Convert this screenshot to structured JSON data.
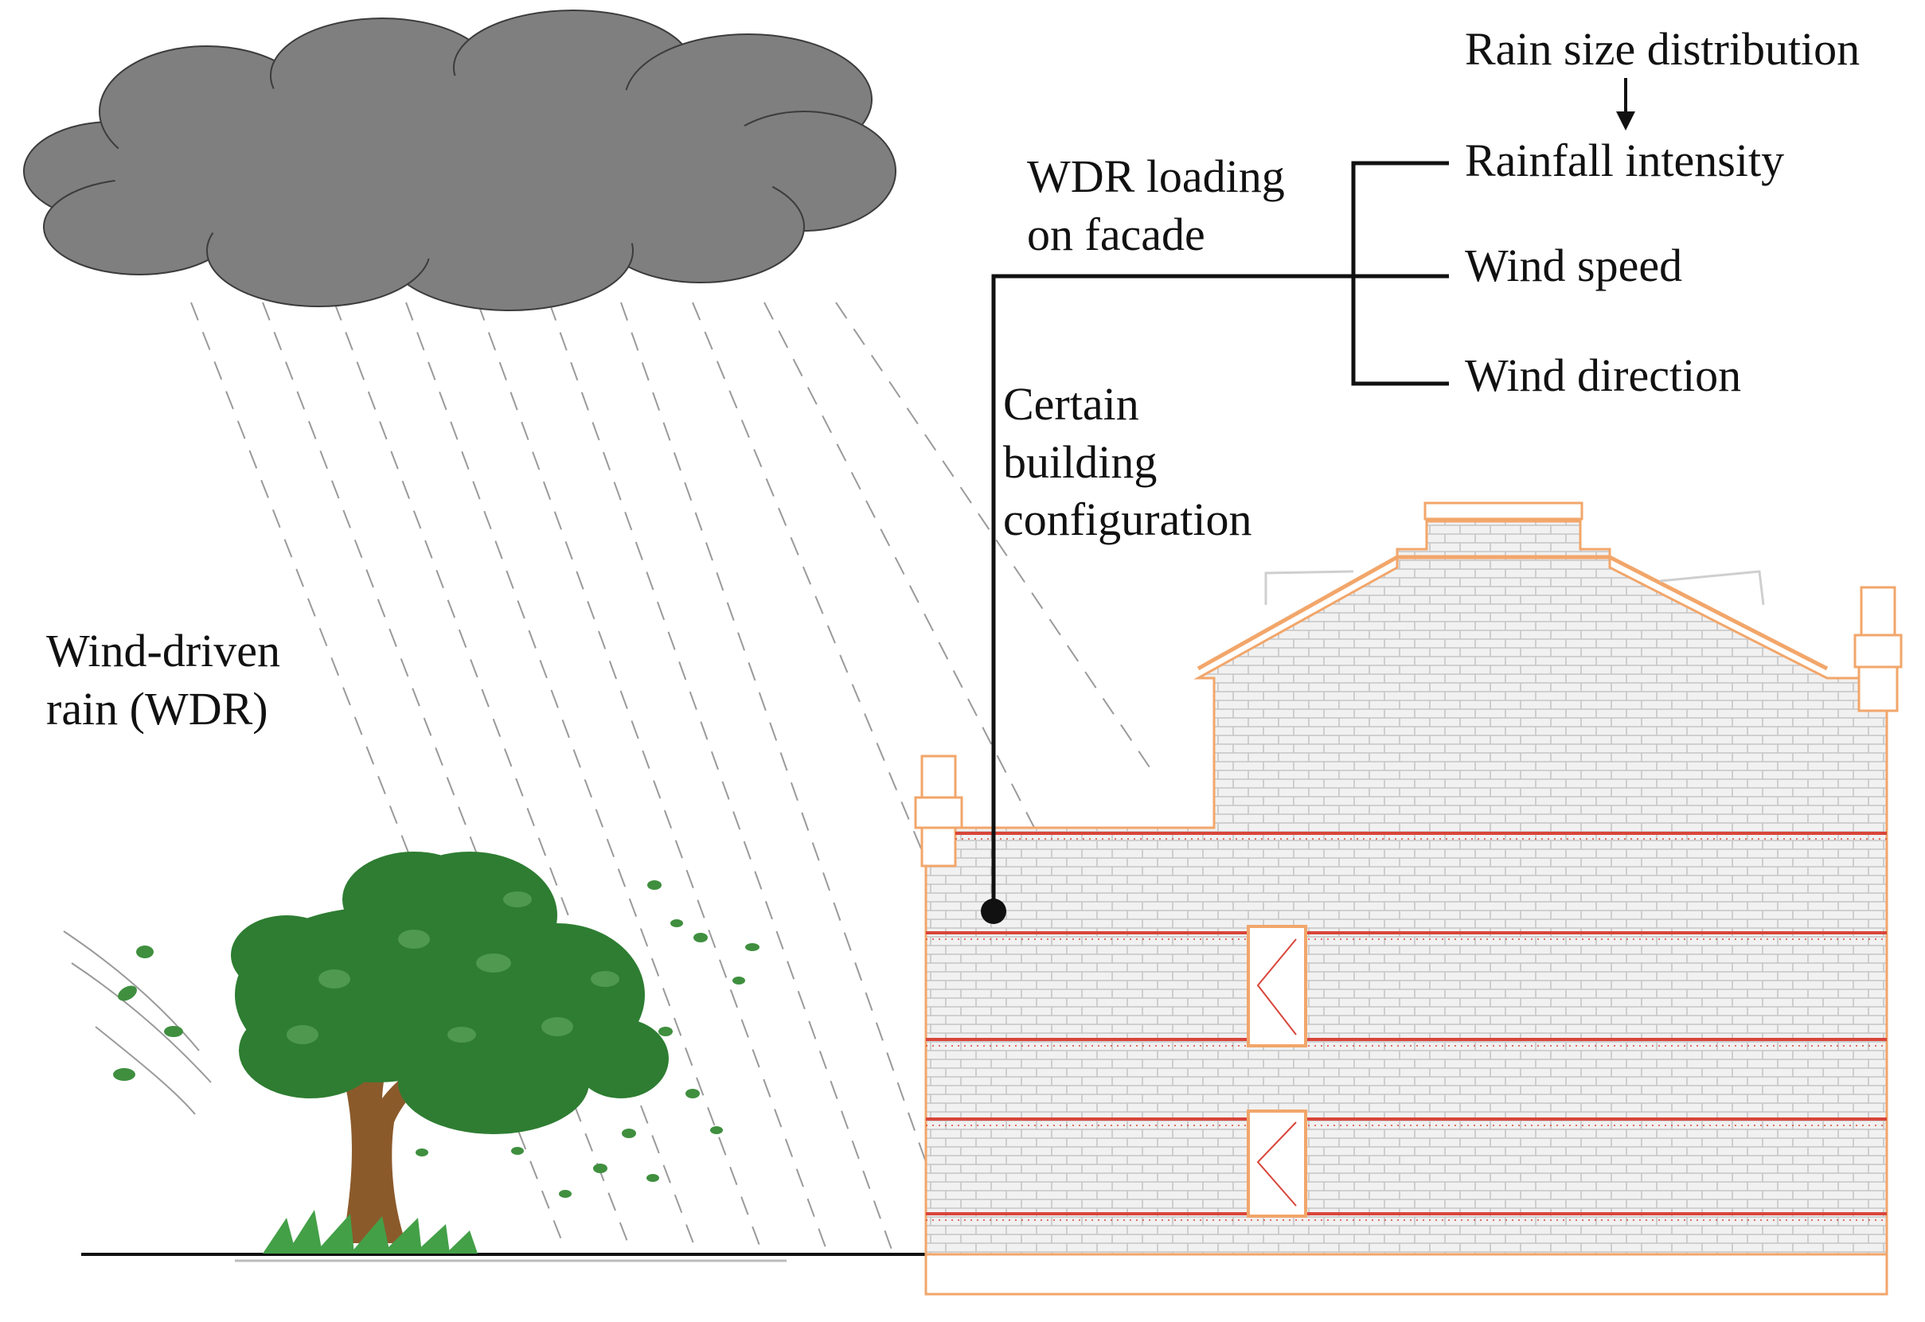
{
  "labels": {
    "wdr": {
      "line1": "Wind-driven",
      "line2": "rain (WDR)"
    },
    "loading": {
      "line1": "WDR loading",
      "line2": "on facade"
    },
    "building": {
      "line1": "Certain",
      "line2": "building",
      "line3": "configuration"
    },
    "rain_size": "Rain size distribution",
    "rainfall_intensity": "Rainfall intensity",
    "wind_speed": "Wind speed",
    "wind_direction": "Wind direction"
  },
  "colors": {
    "cloud": "#7f7f7f",
    "rain": "#9a9a9a",
    "brick_outline": "#f2a66a",
    "brick_band": "#d9453a",
    "wall_fill": "#f0f0f0",
    "foliage": "#2e7d32",
    "trunk": "#8b5a2b",
    "grass": "#4caf50"
  },
  "icons": [
    "cloud-icon",
    "tree-icon",
    "building-icon",
    "leaves-icon",
    "arrow-down-icon"
  ]
}
